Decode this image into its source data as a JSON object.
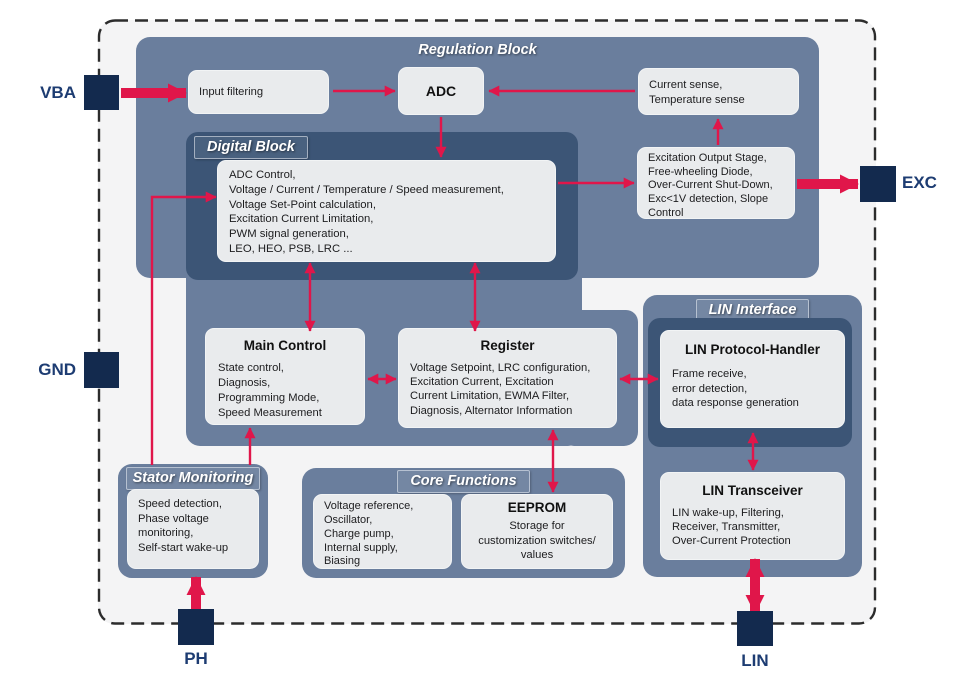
{
  "diagram": {
    "pins": {
      "vba": {
        "label": "VBA"
      },
      "gnd": {
        "label": "GND"
      },
      "exc": {
        "label": "EXC"
      },
      "ph": {
        "label": "PH"
      },
      "lin": {
        "label": "LIN"
      }
    },
    "regulation_block": {
      "title": "Regulation Block",
      "input_filtering": {
        "label": "Input filtering"
      },
      "adc": {
        "label": "ADC"
      },
      "sense_box": {
        "lines": [
          "Current sense,",
          "Temperature sense"
        ]
      },
      "excitation_box": {
        "lines": [
          "Excitation Output Stage,",
          "Free-wheeling Diode,",
          "Over-Current Shut-Down,",
          "Exc<1V detection, Slope",
          "Control"
        ]
      }
    },
    "digital_block": {
      "title": "Digital Block",
      "functions_box": {
        "lines": [
          "ADC Control,",
          "Voltage / Current / Temperature / Speed measurement,",
          "Voltage Set-Point calculation,",
          "Excitation Current Limitation,",
          "PWM signal generation,",
          "LEO, HEO, PSB, LRC ..."
        ]
      },
      "main_control_box": {
        "title": "Main Control",
        "lines": [
          "State control,",
          "Diagnosis,",
          "Programming Mode,",
          "Speed Measurement"
        ]
      },
      "register_box": {
        "title": "Register",
        "lines": [
          "Voltage Setpoint, LRC configuration,",
          "Excitation Current, Excitation",
          "Current Limitation, EWMA Filter,",
          "Diagnosis, Alternator Information"
        ]
      }
    },
    "stator_monitoring": {
      "title": "Stator Monitoring",
      "box": {
        "lines": [
          "Speed detection,",
          "Phase voltage",
          "monitoring,",
          "Self-start wake-up"
        ]
      }
    },
    "core_functions": {
      "title": "Core Functions",
      "analog_box": {
        "lines": [
          "Voltage reference,",
          "Oscillator,",
          "Charge pump,",
          "Internal supply,",
          "Biasing"
        ]
      },
      "eeprom_box": {
        "title": "EEPROM",
        "lines": [
          "Storage for",
          "customization switches/",
          "values"
        ]
      }
    },
    "lin_interface": {
      "title": "LIN Interface",
      "protocol_handler_box": {
        "title": "LIN Protocol-Handler",
        "lines": [
          "Frame receive,",
          "error detection,",
          "data response generation"
        ]
      },
      "transceiver_box": {
        "title": "LIN Transceiver",
        "lines": [
          "LIN wake-up, Filtering,",
          "Receiver, Transmitter,",
          "Over-Current Protection"
        ]
      }
    },
    "colors": {
      "accent_red": "#e0164a",
      "container_medium": "#6a7e9d",
      "container_dark": "#3c5576",
      "pin_navy": "#132a4e",
      "box_fill": "#e9ebed",
      "canvas_fill": "#f4f4f5"
    }
  }
}
